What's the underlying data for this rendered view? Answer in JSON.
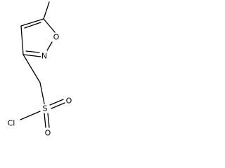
{
  "molecule": {
    "atoms": {
      "ring_oxygen": "O",
      "ring_nitrogen": "N",
      "sulfur": "S",
      "sulfonyl_oxygen_1": "O",
      "sulfonyl_oxygen_2": "O",
      "chlorine": "Cl"
    }
  }
}
